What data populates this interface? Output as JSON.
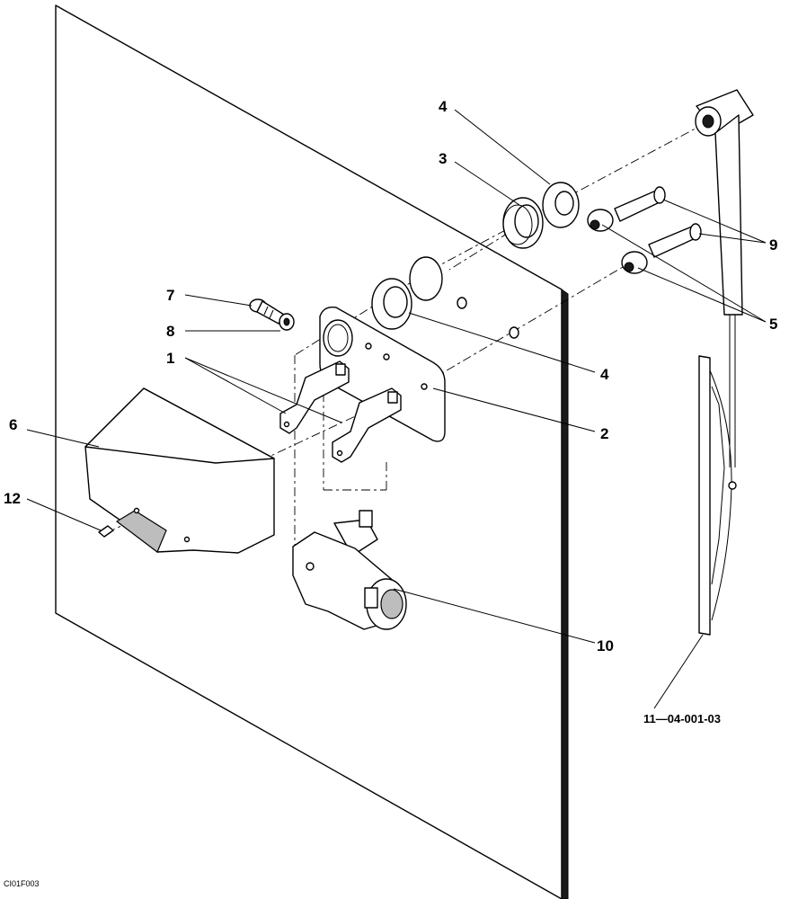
{
  "callouts": {
    "c1": "1",
    "c2": "2",
    "c3": "3",
    "c4_top": "4",
    "c4_mid": "4",
    "c5": "5",
    "c6": "6",
    "c7": "7",
    "c8": "8",
    "c9": "9",
    "c10": "10",
    "c12": "12"
  },
  "reference_number": "11—04-001-03",
  "image_code": "CI01F003"
}
